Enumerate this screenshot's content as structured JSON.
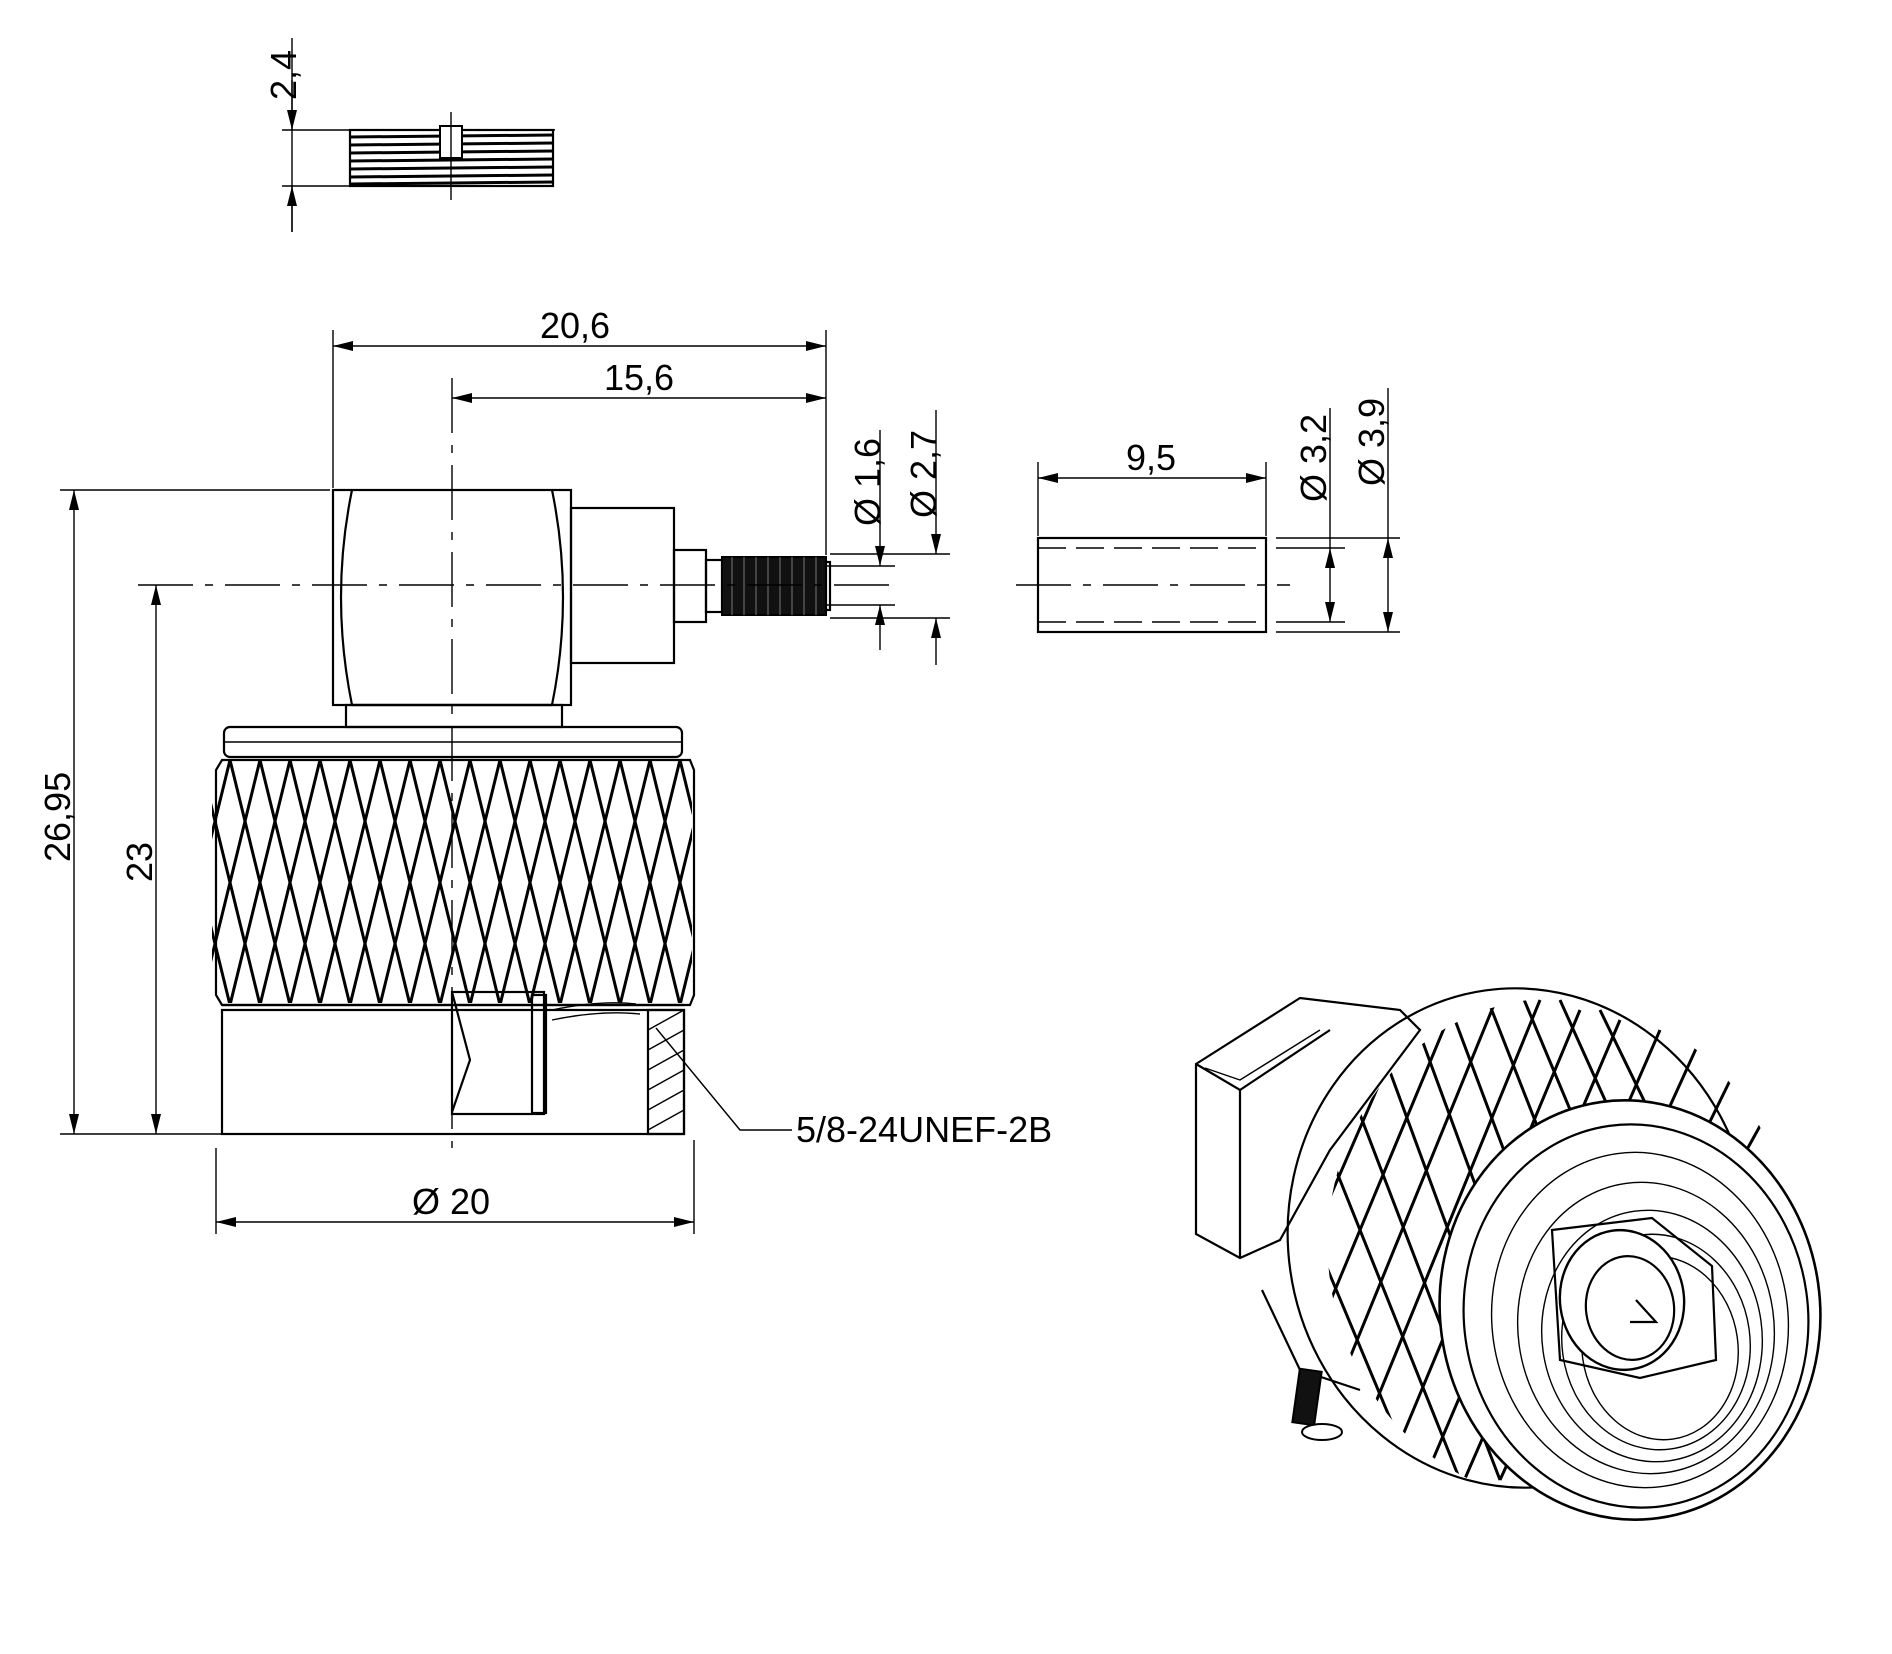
{
  "dimensions": {
    "nut_height": "2,4",
    "overall_length": "20,6",
    "axis_to_pin_tip": "15,6",
    "pin_diameter": "Ø 1,6",
    "pin_insulator_diameter": "Ø 2,7",
    "sleeve_length": "9,5",
    "sleeve_inner_diameter": "Ø 3,2",
    "sleeve_outer_diameter": "Ø 3,9",
    "overall_height": "26,95",
    "axis_height": "23",
    "body_diameter": "Ø  20",
    "thread_spec": "5/8-24UNEF-2B"
  }
}
